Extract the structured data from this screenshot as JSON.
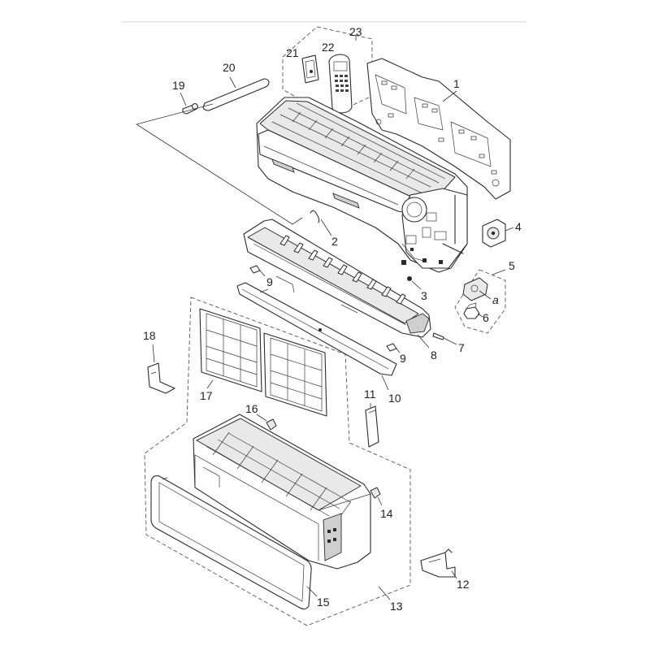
{
  "labels": {
    "p1": "1",
    "p2": "2",
    "p3": "3",
    "p4": "4",
    "p5": "5",
    "p5a": "a",
    "p6": "6",
    "p7": "7",
    "p8": "8",
    "p9a": "9",
    "p9b": "9",
    "p10": "10",
    "p11": "11",
    "p12": "12",
    "p13": "13",
    "p14": "14",
    "p15": "15",
    "p16": "16",
    "p17": "17",
    "p18": "18",
    "p19": "19",
    "p20": "20",
    "p21": "21",
    "p22": "22",
    "p23": "23"
  }
}
